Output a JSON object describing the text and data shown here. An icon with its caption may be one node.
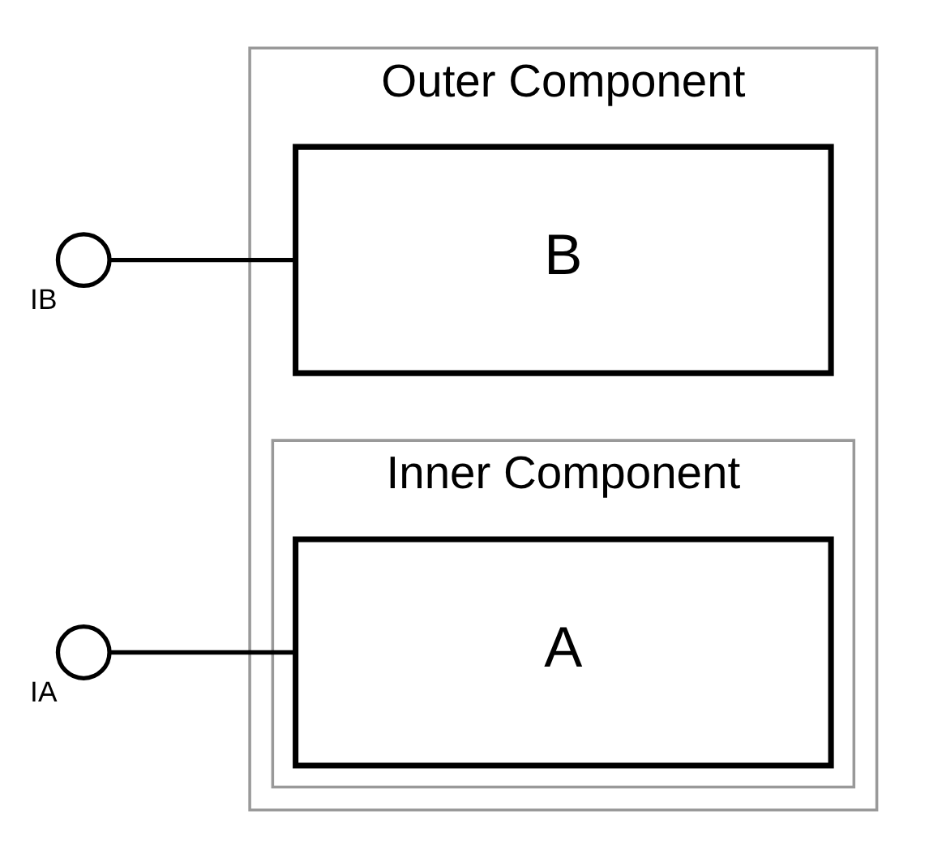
{
  "diagram": {
    "nodes": [
      {
        "text": [
          "Outer Component"
        ]
      },
      {
        "text": [],
        "shape": "circle",
        "beside": [
          "IB"
        ]
      },
      {
        "text": [
          "B"
        ],
        "in": 0
      },
      {
        "text": [
          "Inner Component"
        ],
        "in": 0
      },
      {
        "text": [],
        "shape": "circle",
        "beside": [
          "IA"
        ]
      },
      {
        "text": [
          "A"
        ],
        "in": 3
      }
    ],
    "edges": [
      {
        "from": 1,
        "to": 2,
        "arrow": "none"
      },
      {
        "from": 4,
        "to": 5,
        "arrow": "none"
      }
    ]
  }
}
